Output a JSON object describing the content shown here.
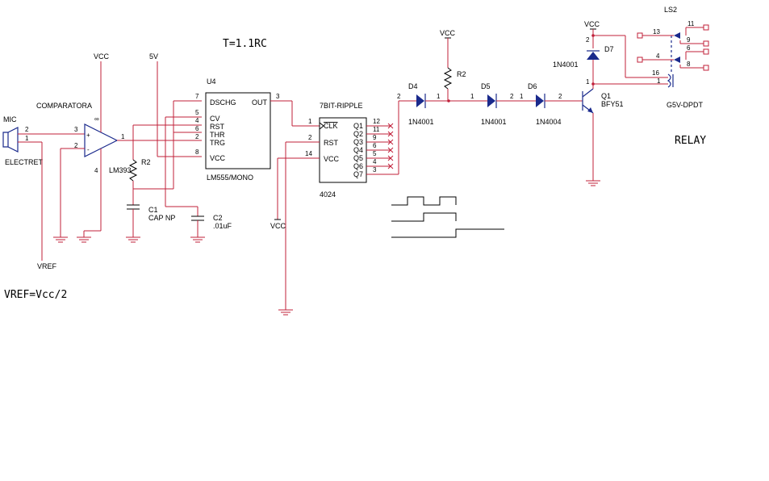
{
  "texts": {
    "formula": "T=1.1RC",
    "vref_eq": "VREF=Vcc/2",
    "relay_title": "RELAY",
    "mic": "MIC",
    "electret": "ELECTRET",
    "comparator": "COMPARATORA",
    "lm393": "LM393",
    "vref": "VREF",
    "vcc": "VCC",
    "v5": "5V",
    "u4": "U4",
    "lm555": "LM555/MONO",
    "c1": "C1",
    "c1_type": "CAP NP",
    "c2": "C2",
    "c2_val": ".01uF",
    "r2": "R2",
    "ripple": "7BIT-RIPPLE",
    "ic4024": "4024",
    "d4": "D4",
    "d5": "D5",
    "d6": "D6",
    "d7": "D7",
    "n4001": "1N4001",
    "n4004": "1N4004",
    "q1": "Q1",
    "bfy51": "BFY51",
    "ls2": "LS2",
    "g5v": "G5V-DPDT",
    "dschg": "DSCHG",
    "out": "OUT",
    "cv": "CV",
    "rst": "RST",
    "thr": "THR",
    "trg": "TRG",
    "vcc_pin": "VCC",
    "clk": "CLK",
    "q1p": "Q1",
    "q2p": "Q2",
    "q3p": "Q3",
    "q4p": "Q4",
    "q5p": "Q5",
    "q6p": "Q6",
    "q7p": "Q7"
  },
  "pins": {
    "p1": "1",
    "p2": "2",
    "p3": "3",
    "p4": "4",
    "p5": "5",
    "p6": "6",
    "p7": "7",
    "p8": "8",
    "p9": "9",
    "p11": "11",
    "p12": "12",
    "p13": "13",
    "p14": "14",
    "p16": "16",
    "inf": "∞",
    "plus": "+",
    "minus": "-"
  }
}
